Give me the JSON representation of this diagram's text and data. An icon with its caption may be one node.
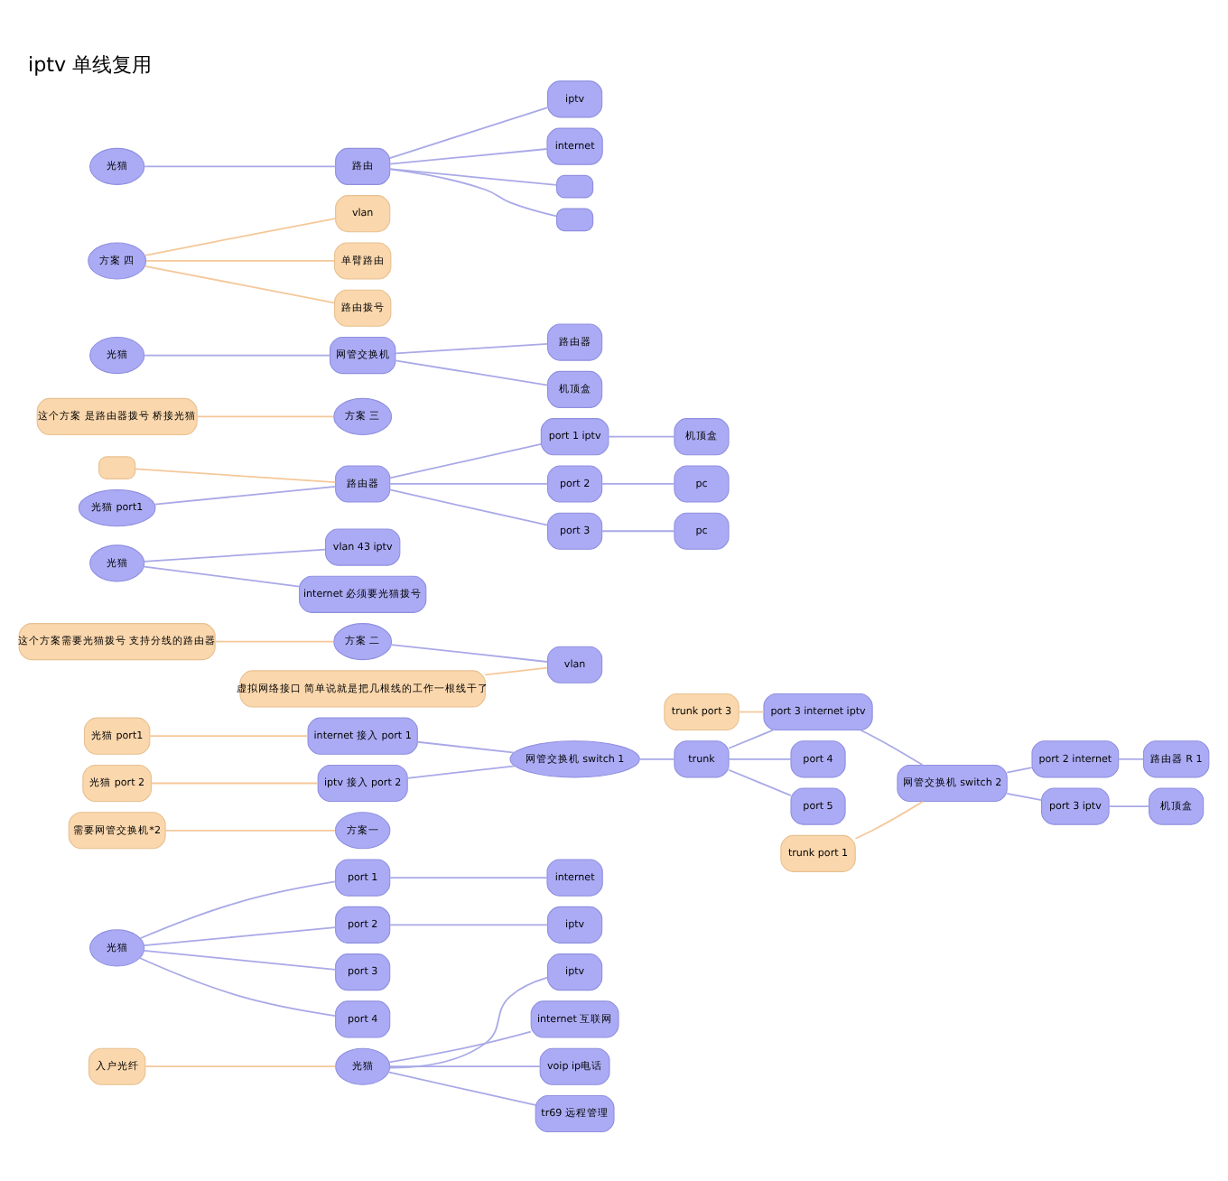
{
  "diagram": {
    "title": "iptv 单线复用",
    "nodes": [
      {
        "text": [
          "入户光纤"
        ]
      },
      {
        "text": [
          "光猫"
        ]
      },
      {
        "text": [
          "iptv"
        ]
      },
      {
        "text": [
          "internet 互联网"
        ]
      },
      {
        "text": [
          "voip ip电话"
        ]
      },
      {
        "text": [
          "tr69 远程管理"
        ]
      },
      {
        "text": [
          "光猫"
        ]
      },
      {
        "text": [
          "port 1"
        ]
      },
      {
        "text": [
          "port 2"
        ]
      },
      {
        "text": [
          "port 3"
        ]
      },
      {
        "text": [
          "port 4"
        ]
      },
      {
        "text": [
          "internet"
        ]
      },
      {
        "text": [
          "iptv"
        ]
      },
      {
        "text": [
          "需要网管交换机*2"
        ]
      },
      {
        "text": [
          "方案一"
        ]
      },
      {
        "text": [
          "光猫 port1"
        ]
      },
      {
        "text": [
          "internet 接入 port 1"
        ]
      },
      {
        "text": [
          "光猫 port 2"
        ]
      },
      {
        "text": [
          "iptv 接入 port 2"
        ]
      },
      {
        "text": [
          "网管交换机 switch 1"
        ]
      },
      {
        "text": [
          "trunk"
        ]
      },
      {
        "text": [
          "trunk port 3"
        ]
      },
      {
        "text": [
          "port 3 internet iptv"
        ]
      },
      {
        "text": [
          "port 4"
        ]
      },
      {
        "text": [
          "port 5"
        ]
      },
      {
        "text": [
          "trunk port 1"
        ]
      },
      {
        "text": [
          "网管交换机 switch 2"
        ]
      },
      {
        "text": [
          "port 2 internet"
        ]
      },
      {
        "text": [
          "port 3 iptv"
        ]
      },
      {
        "text": [
          "路由器 R 1"
        ]
      },
      {
        "text": [
          "机顶盒"
        ]
      },
      {
        "text": [
          "这个方案需要光猫拨号 支持分线的路由器"
        ]
      },
      {
        "text": [
          "方案 二"
        ]
      },
      {
        "text": [
          "vlan"
        ]
      },
      {
        "text": [
          "虚拟网络接口 简单说就是把几根线的工作一根线干了"
        ]
      },
      {
        "text": [
          "光猫"
        ]
      },
      {
        "text": [
          "vlan 43 iptv"
        ]
      },
      {
        "text": [
          "internet 必须要光猫拨号"
        ]
      },
      {
        "text": [],
        "shape": "box"
      },
      {
        "text": [
          "光猫 port1"
        ]
      },
      {
        "text": [
          "路由器"
        ]
      },
      {
        "text": [
          "port 1 iptv"
        ]
      },
      {
        "text": [
          "port 2"
        ]
      },
      {
        "text": [
          "port 3"
        ]
      },
      {
        "text": [
          "机顶盒"
        ]
      },
      {
        "text": [
          "pc"
        ]
      },
      {
        "text": [
          "pc"
        ]
      },
      {
        "text": [
          "这个方案 是路由器拨号 桥接光猫"
        ]
      },
      {
        "text": [
          "方案 三"
        ]
      },
      {
        "text": [
          "光猫"
        ]
      },
      {
        "text": [
          "网管交换机"
        ]
      },
      {
        "text": [
          "路由器"
        ]
      },
      {
        "text": [
          "机顶盒"
        ]
      },
      {
        "text": [
          "vlan"
        ]
      },
      {
        "text": [
          "方案 四"
        ]
      },
      {
        "text": [
          "单臂路由"
        ]
      },
      {
        "text": [
          "路由拨号"
        ]
      },
      {
        "text": [
          "光猫"
        ]
      },
      {
        "text": [
          "路由"
        ]
      },
      {
        "text": [
          "iptv"
        ]
      },
      {
        "text": [
          "internet"
        ]
      },
      {
        "text": [],
        "shape": "box"
      },
      {
        "text": [],
        "shape": "box"
      }
    ],
    "edges": [
      {
        "from": 0,
        "to": 1,
        "arrow": "none",
        "color": "#f5c89a"
      },
      {
        "from": 1,
        "to": 2,
        "arrow": "none"
      },
      {
        "from": 1,
        "to": 3,
        "arrow": "none"
      },
      {
        "from": 1,
        "to": 4,
        "arrow": "none"
      },
      {
        "from": 1,
        "to": 5,
        "arrow": "none"
      },
      {
        "from": 6,
        "to": 7,
        "arrow": "none"
      },
      {
        "from": 6,
        "to": 8,
        "arrow": "none"
      },
      {
        "from": 6,
        "to": 9,
        "arrow": "none"
      },
      {
        "from": 6,
        "to": 10,
        "arrow": "none"
      },
      {
        "from": 7,
        "to": 11,
        "arrow": "none"
      },
      {
        "from": 8,
        "to": 12,
        "arrow": "none"
      },
      {
        "from": 13,
        "to": 14,
        "arrow": "none",
        "color": "#f5c89a"
      },
      {
        "from": 15,
        "to": 16,
        "arrow": "none",
        "color": "#f5c89a"
      },
      {
        "from": 17,
        "to": 18,
        "arrow": "none",
        "color": "#f5c89a"
      },
      {
        "from": 16,
        "to": 19,
        "arrow": "none"
      },
      {
        "from": 18,
        "to": 19,
        "arrow": "none"
      },
      {
        "from": 19,
        "to": 20,
        "arrow": "none"
      },
      {
        "from": 20,
        "to": 22,
        "arrow": "none"
      },
      {
        "from": 20,
        "to": 23,
        "arrow": "none"
      },
      {
        "from": 20,
        "to": 24,
        "arrow": "none"
      },
      {
        "from": 21,
        "to": 22,
        "arrow": "none",
        "color": "#f5c89a"
      },
      {
        "from": 22,
        "to": 26,
        "arrow": "none"
      },
      {
        "from": 25,
        "to": 26,
        "arrow": "none",
        "color": "#f5c89a"
      },
      {
        "from": 26,
        "to": 27,
        "arrow": "none"
      },
      {
        "from": 26,
        "to": 28,
        "arrow": "none"
      },
      {
        "from": 27,
        "to": 29,
        "arrow": "none"
      },
      {
        "from": 28,
        "to": 30,
        "arrow": "none"
      },
      {
        "from": 31,
        "to": 32,
        "arrow": "none",
        "color": "#f5c89a"
      },
      {
        "from": 32,
        "to": 33,
        "arrow": "none"
      },
      {
        "from": 34,
        "to": 33,
        "arrow": "none",
        "color": "#f5c89a"
      },
      {
        "from": 35,
        "to": 36,
        "arrow": "none"
      },
      {
        "from": 35,
        "to": 37,
        "arrow": "none"
      },
      {
        "from": 39,
        "to": 40,
        "arrow": "none"
      },
      {
        "from": 38,
        "to": 40,
        "arrow": "none",
        "color": "#f5c89a"
      },
      {
        "from": 40,
        "to": 41,
        "arrow": "none"
      },
      {
        "from": 40,
        "to": 42,
        "arrow": "none"
      },
      {
        "from": 40,
        "to": 43,
        "arrow": "none"
      },
      {
        "from": 41,
        "to": 44,
        "arrow": "none"
      },
      {
        "from": 42,
        "to": 45,
        "arrow": "none"
      },
      {
        "from": 43,
        "to": 46,
        "arrow": "none"
      },
      {
        "from": 47,
        "to": 48,
        "arrow": "none",
        "color": "#f5c89a"
      },
      {
        "from": 49,
        "to": 50,
        "arrow": "none"
      },
      {
        "from": 50,
        "to": 51,
        "arrow": "none"
      },
      {
        "from": 50,
        "to": 52,
        "arrow": "none"
      },
      {
        "from": 54,
        "to": 53,
        "arrow": "none",
        "color": "#f5c89a"
      },
      {
        "from": 54,
        "to": 55,
        "arrow": "none",
        "color": "#f5c89a"
      },
      {
        "from": 54,
        "to": 56,
        "arrow": "none",
        "color": "#f5c89a"
      },
      {
        "from": 57,
        "to": 58,
        "arrow": "none"
      },
      {
        "from": 58,
        "to": 59,
        "arrow": "none"
      },
      {
        "from": 58,
        "to": 60,
        "arrow": "none"
      },
      {
        "from": 58,
        "to": 61,
        "arrow": "none"
      },
      {
        "from": 58,
        "to": 62,
        "arrow": "none"
      }
    ]
  }
}
